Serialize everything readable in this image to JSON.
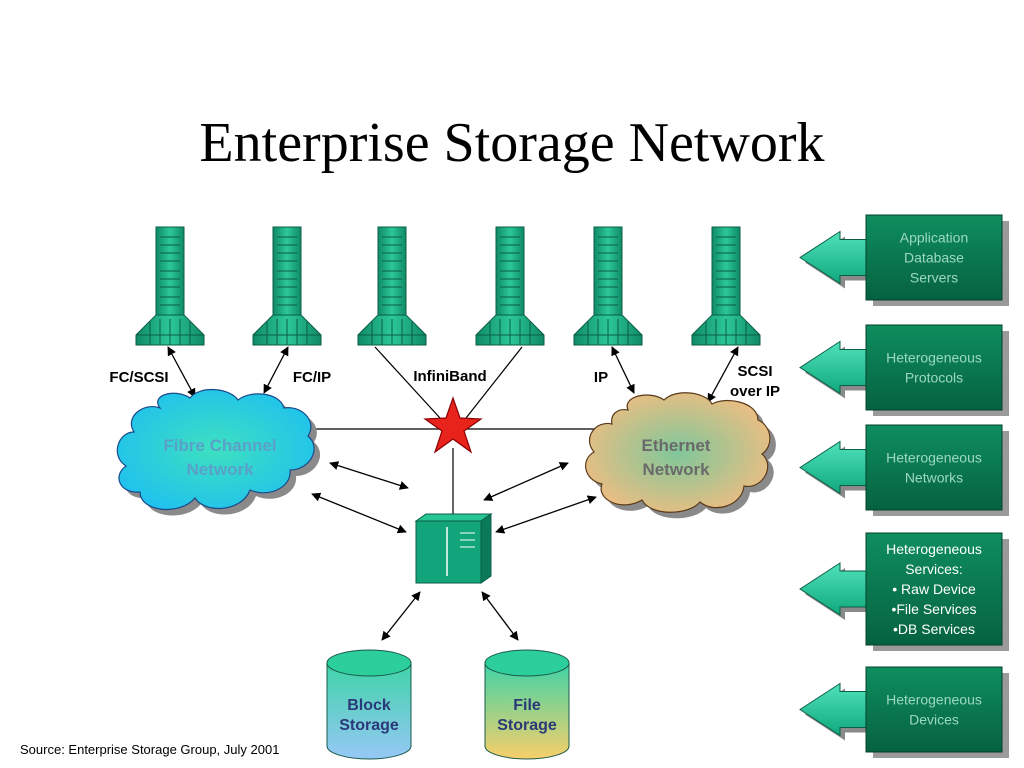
{
  "title": "Enterprise Storage Network",
  "connection_labels": {
    "fc_scsi": "FC/SCSI",
    "fc_ip": "FC/IP",
    "infiniband": "InfiniBand",
    "ip": "IP",
    "scsi_over_ip_line1": "SCSI",
    "scsi_over_ip_line2": "over IP"
  },
  "clouds": {
    "fibre_channel": {
      "line1": "Fibre Channel",
      "line2": "Network"
    },
    "ethernet": {
      "line1": "Ethernet",
      "line2": "Network"
    }
  },
  "storage": {
    "block": {
      "line1": "Block",
      "line2": "Storage"
    },
    "file": {
      "line1": "File",
      "line2": "Storage"
    }
  },
  "callouts": [
    {
      "lines": [
        "Application",
        "Database",
        "Servers"
      ]
    },
    {
      "lines": [
        "Heterogeneous",
        "Protocols"
      ]
    },
    {
      "lines": [
        "Heterogeneous",
        "Networks"
      ]
    },
    {
      "lines": [
        "Heterogeneous",
        "Services:",
        "• Raw Device",
        "•File Services",
        "•DB Services"
      ]
    },
    {
      "lines": [
        "Heterogeneous",
        "Devices"
      ]
    }
  ],
  "source": "Source: Enterprise Storage Group, July 2001",
  "colors": {
    "server_green": "#1fae86",
    "fibre_cloud": "#29c8ee",
    "ethernet_cloud": "#f2bb7e",
    "block_cylinder": "#86c9f0",
    "file_cylinder": "#f2d06a",
    "callout_box": "#0c7a52",
    "arrow_green": "#1fc49a"
  }
}
